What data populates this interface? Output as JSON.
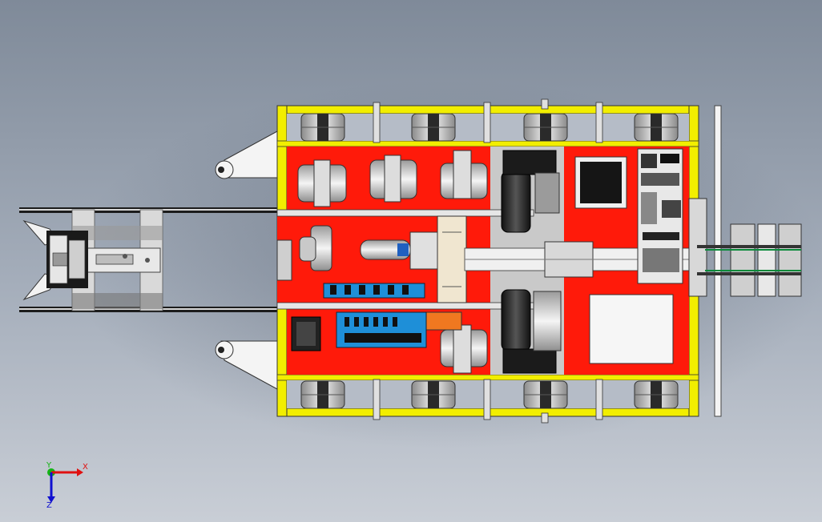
{
  "viewport": {
    "background_top": "#7f8a99",
    "background_bottom": "#c9ced6"
  },
  "colors": {
    "frame": "#f2ee00",
    "deck": "#ff1a0a",
    "metal": "#d4d4d4",
    "dark_metal": "#2b2b2b",
    "white_part": "#f0f0f0",
    "blue_board": "#1e8fd8",
    "orange_part": "#f07820",
    "axis_x": "#e01010",
    "axis_y": "#14b414",
    "axis_z": "#1010d0"
  },
  "triad": {
    "x_label": "X",
    "y_label": "Y",
    "z_label": "Z"
  }
}
